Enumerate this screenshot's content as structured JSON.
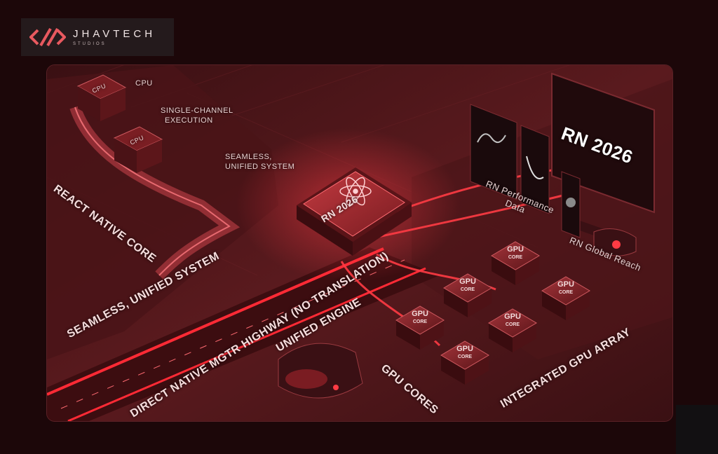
{
  "brand": {
    "name": "JHAVTECH",
    "sub": "STUDIOS",
    "accent": "#e8595f"
  },
  "labels": {
    "cpu_top": "CPU",
    "cpu_label": "CPU",
    "cpu_chip_2": "CPU",
    "single_channel_1": "SINGLE-CHANNEL",
    "single_channel_2": "EXECUTION",
    "seamless_small_1": "SEAMLESS,",
    "seamless_small_2": "UNIFIED SYSTEM",
    "react_native_core": "REACT NATIVE CORE",
    "seamless_unified": "SEAMLESS, UNIFIED SYSTEM",
    "highway": "DIRECT NATIVE MGTR HIGHWAY (NO TRANSLATION)",
    "unified_engine": "UNIFIED ENGINE",
    "rn_chip": "RN 2026",
    "rn_screen": "RN 2026",
    "perf_1": "RN Performance",
    "perf_2": "Data",
    "global_reach": "RN Global Reach",
    "gpu_cores": "GPU CORES",
    "integrated_gpu": "INTEGRATED GPU ARRAY",
    "gpu_chip": "GPU",
    "gpu_chip_sub": "CORE"
  },
  "colors": {
    "background": "#1c0709",
    "panel": "#2a0a0d",
    "glow": "#ff2a35",
    "text": "#f3d6d6"
  }
}
